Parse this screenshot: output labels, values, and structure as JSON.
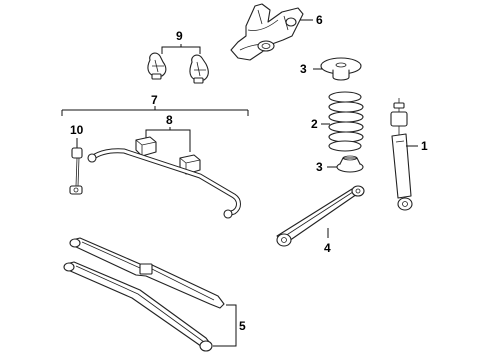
{
  "diagram": {
    "callouts": [
      {
        "id": "c1",
        "text": "1"
      },
      {
        "id": "c2",
        "text": "2"
      },
      {
        "id": "c3a",
        "text": "3"
      },
      {
        "id": "c3b",
        "text": "3"
      },
      {
        "id": "c4",
        "text": "4"
      },
      {
        "id": "c5",
        "text": "5"
      },
      {
        "id": "c6",
        "text": "6"
      },
      {
        "id": "c7",
        "text": "7"
      },
      {
        "id": "c8",
        "text": "8"
      },
      {
        "id": "c9",
        "text": "9"
      },
      {
        "id": "c10",
        "text": "10"
      }
    ]
  }
}
